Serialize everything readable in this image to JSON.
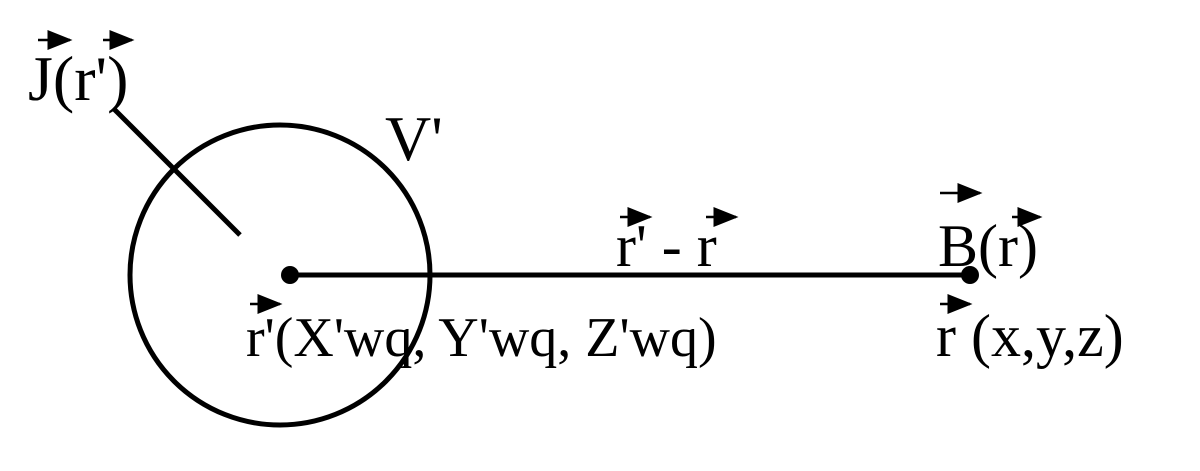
{
  "labels": {
    "current_density": "J(r')",
    "volume": "V'",
    "difference_vector": "r' - r",
    "magnetic_field": "B(r)",
    "source_point": "r'(X'wq, Y'wq, Z'wq)",
    "field_point": "r (x,y,z)"
  }
}
